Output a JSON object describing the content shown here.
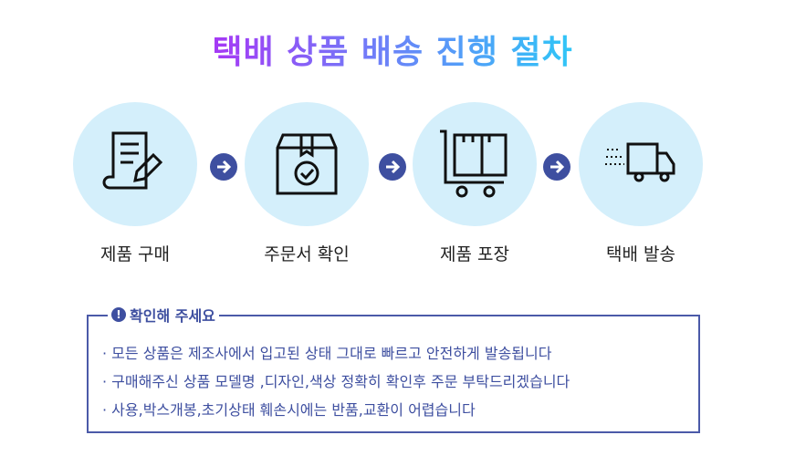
{
  "title": "택배 상품 배송 진행 절차",
  "steps": [
    {
      "label": "제품 구매",
      "icon": "document-pen-icon"
    },
    {
      "label": "주문서 확인",
      "icon": "box-check-icon"
    },
    {
      "label": "제품 포장",
      "icon": "cart-boxes-icon"
    },
    {
      "label": "택배 발송",
      "icon": "delivery-truck-icon"
    }
  ],
  "notice": {
    "heading": "확인해 주세요",
    "items": [
      "· 모든 상품은 제조사에서 입고된 상태 그대로 빠르고 안전하게 발송됩니다",
      "· 구매해주신 상품 모델명 ,디자인,색상 정확히 확인후 주문 부탁드리겠습니다",
      "· 사용,박스개봉,초기상태 훼손시에는 반품,교환이 어렵습니다"
    ]
  },
  "colors": {
    "accent": "#3e4fa0",
    "circle": "#d4effb"
  }
}
